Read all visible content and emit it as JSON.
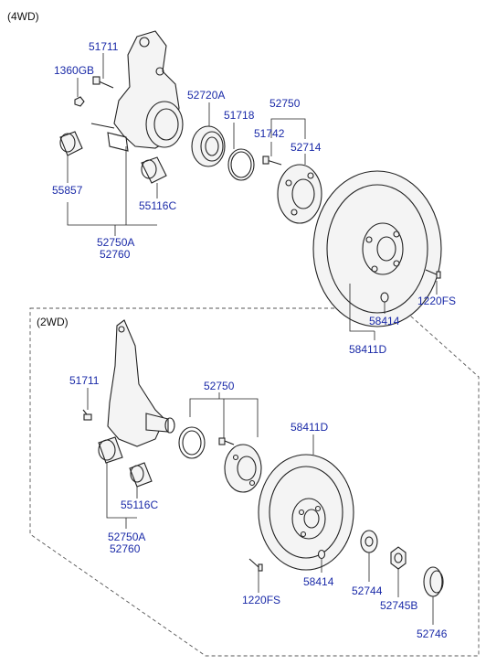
{
  "sections": {
    "four_wd": "(4WD)",
    "two_wd": "(2WD)"
  },
  "labels": {
    "p51711_a": "51711",
    "p1360gb": "1360GB",
    "p55857": "55857",
    "p55116c_a": "55116C",
    "p52750a_a": "52750A",
    "p52760_a": "52760",
    "p52720a": "52720A",
    "p51718": "51718",
    "p52750_a": "52750",
    "p51742": "51742",
    "p52714": "52714",
    "p1220fs_a": "1220FS",
    "p58414_a": "58414",
    "p58411d_a": "58411D",
    "p51711_b": "51711",
    "p52750_b": "52750",
    "p58411d_b": "58411D",
    "p55116c_b": "55116C",
    "p52750a_b": "52750A",
    "p52760_b": "52760",
    "p58414_b": "58414",
    "p52744": "52744",
    "p52745b": "52745B",
    "p1220fs_b": "1220FS",
    "p52746": "52746"
  }
}
